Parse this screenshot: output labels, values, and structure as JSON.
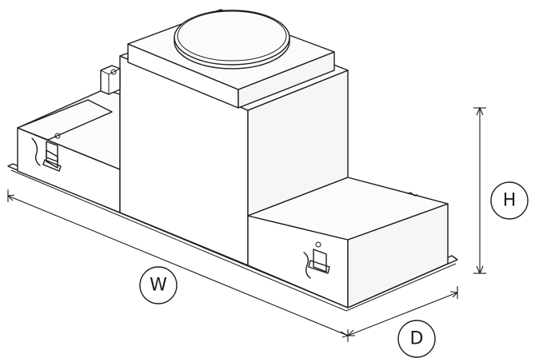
{
  "dimensions": {
    "width_label": "W",
    "depth_label": "D",
    "height_label": "H"
  },
  "colors": {
    "line": "#1a1a1a",
    "background": "#ffffff"
  }
}
